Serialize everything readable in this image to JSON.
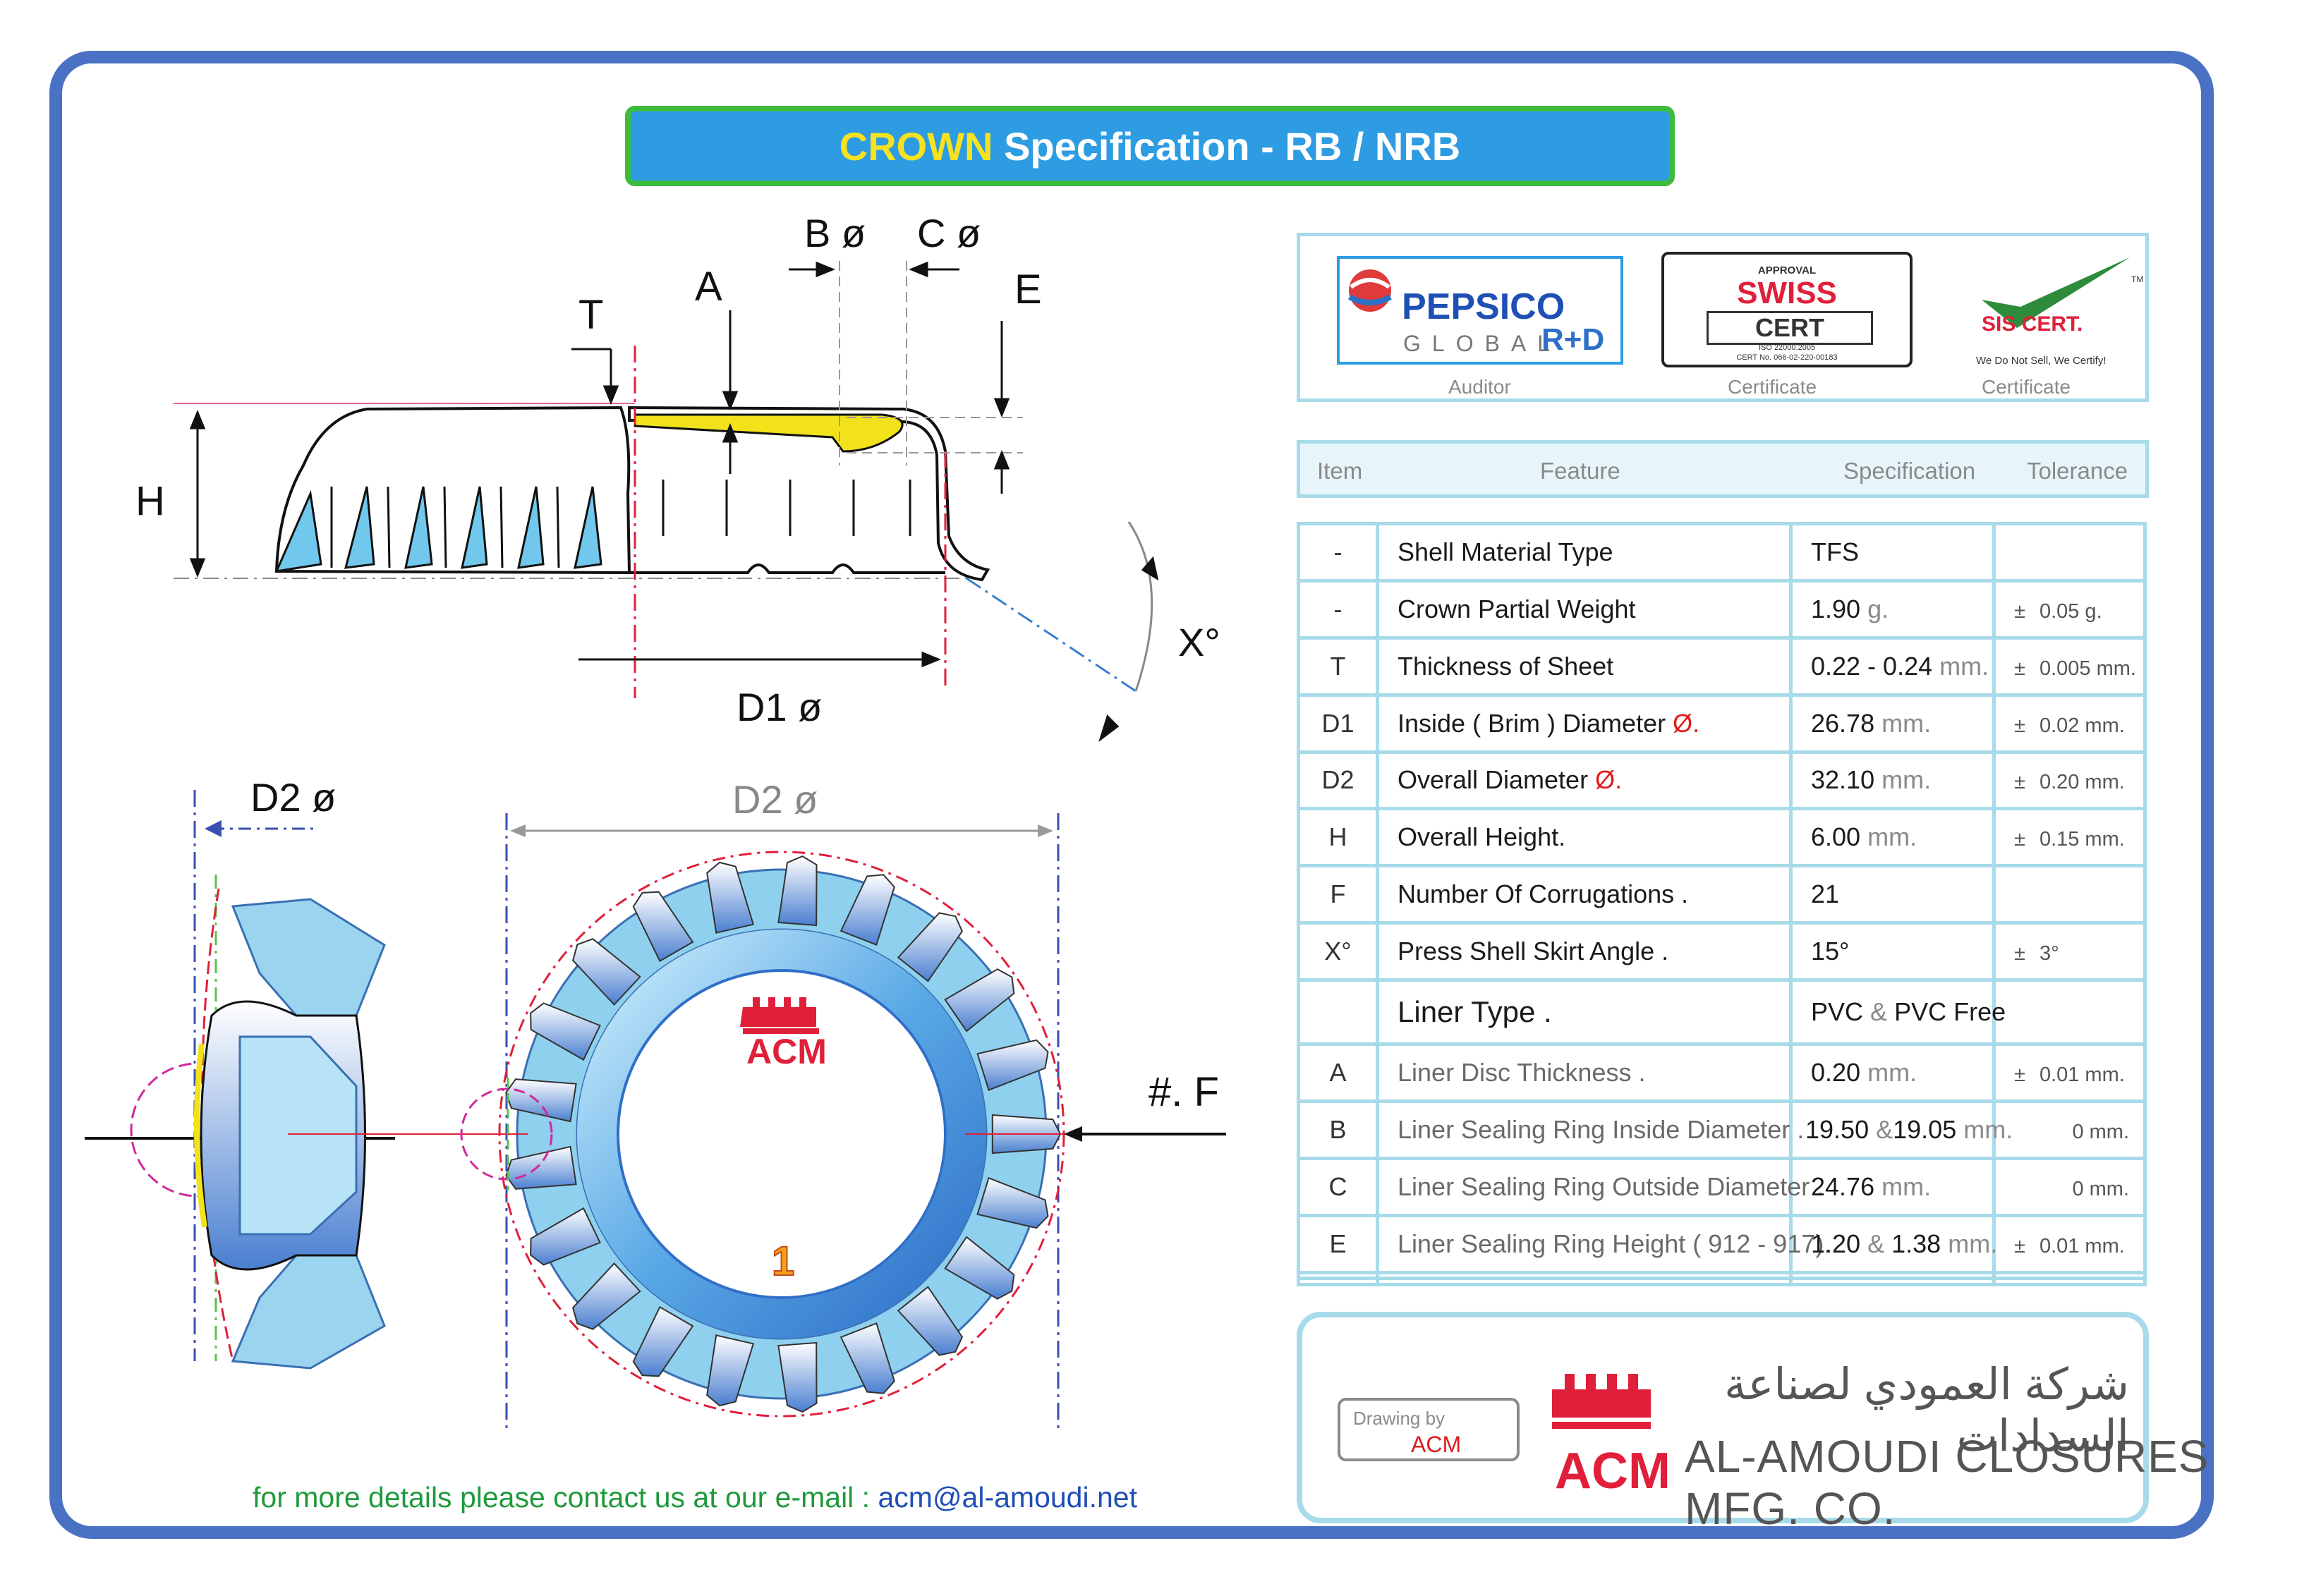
{
  "title": {
    "highlight": "CROWN",
    "rest": "Specification - RB / NRB"
  },
  "diagram_labels": {
    "T": "T",
    "A": "A",
    "B": "B ø",
    "C": "C ø",
    "E": "E",
    "H": "H",
    "D1": "D1 ø",
    "X": "X°",
    "D2_left": "D2 ø",
    "D2_center": "D2 ø",
    "F": "#. F",
    "ring_number": "1"
  },
  "logos": {
    "pepsico_name": "PEPSICO",
    "pepsico_sub": "GLOBAL",
    "pepsico_rd": "R+D",
    "swiss_approval": "APPROVAL",
    "swiss_top": "SWISS",
    "swiss_bottom": "CERT",
    "swiss_iso": "ISO 22000:2005",
    "swiss_certno": "CERT No. 066-02-220-00183",
    "sis_name": "SIS CERT.",
    "sis_tm": "TM",
    "sis_slogan": "We Do Not Sell, We Certify!",
    "acm_logo_text": "ACM"
  },
  "certificate_captions": [
    "Auditor",
    "Certificate",
    "Certificate"
  ],
  "table": {
    "headers": [
      "Item",
      "Feature",
      "Specification",
      "Tolerance"
    ],
    "rows": [
      {
        "item": "-",
        "feature": "Shell Material Type",
        "value": "TFS",
        "unit": "",
        "tol_sign": "",
        "tol": ""
      },
      {
        "item": "-",
        "feature": "Crown Partial Weight",
        "value": "1.90",
        "unit": "g.",
        "tol_sign": "±",
        "tol": "0.05 g."
      },
      {
        "item": "T",
        "feature": "Thickness of Sheet",
        "value": "0.22 - 0.24",
        "unit": "mm.",
        "tol_sign": "±",
        "tol": "0.005 mm."
      },
      {
        "item": "D1",
        "feature": "Inside ( Brim ) Diameter",
        "feature_symbol": "Ø.",
        "value": "26.78",
        "unit": "mm.",
        "tol_sign": "±",
        "tol": "0.02 mm."
      },
      {
        "item": "D2",
        "feature": "Overall Diameter",
        "feature_symbol": "Ø.",
        "value": "32.10",
        "unit": "mm.",
        "tol_sign": "±",
        "tol": "0.20 mm."
      },
      {
        "item": "H",
        "feature": "Overall Height.",
        "value": "6.00",
        "unit": "mm.",
        "tol_sign": "±",
        "tol": "0.15 mm."
      },
      {
        "item": "F",
        "feature": "Number Of Corrugations .",
        "value": "21",
        "unit": "",
        "tol_sign": "",
        "tol": ""
      },
      {
        "item": "X°",
        "feature": "Press Shell Skirt Angle .",
        "value": "15°",
        "unit": "",
        "tol_sign": "±",
        "tol": "3°"
      },
      {
        "item": "",
        "feature": "Liner Type .",
        "value": "PVC",
        "value_amp": "&",
        "value2": "PVC Free",
        "unit": "",
        "tol_sign": "",
        "tol": ""
      },
      {
        "item": "A",
        "feature": "Liner Disc Thickness .",
        "value": "0.20",
        "unit": "mm.",
        "tol_sign": "±",
        "tol": "0.01 mm."
      },
      {
        "item": "B",
        "feature": "Liner Sealing Ring Inside Diameter .",
        "value": "19.50",
        "value_amp": "&",
        "value2": "19.05",
        "unit": "mm.",
        "tol_sign": "",
        "tol": "0 mm."
      },
      {
        "item": "C",
        "feature": "Liner Sealing Ring Outside Diameter .",
        "value": "24.76",
        "unit": "mm.",
        "tol_sign": "",
        "tol": "0 mm."
      },
      {
        "item": "E",
        "feature": "Liner Sealing Ring Height ( 912 - 917).",
        "value": "1.20",
        "value_amp": "&",
        "value2": "1.38",
        "unit": "mm.",
        "tol_sign": "±",
        "tol": "0.01 mm."
      }
    ]
  },
  "footer": {
    "drawn_by_label": "Drawing by",
    "drawn_by_name": "ACM",
    "company_en": "AL-AMOUDI CLOSURES MFG. CO.",
    "company_ar": "شركة العمودي لصناعة السدادات"
  },
  "contact": {
    "text": "for more details please contact us at our e-mail :",
    "email": "acm@al-amoudi.net"
  },
  "colors": {
    "frame": "#4a72c4",
    "title_bg": "#2e9ce2",
    "title_border": "#3dbb3d",
    "title_highlight": "#f7e21f",
    "table_border": "#a8dbe9",
    "brand_red": "#e01b1b",
    "liner_yellow": "#f2e21a",
    "shell_blue": "#6ec6ea"
  }
}
